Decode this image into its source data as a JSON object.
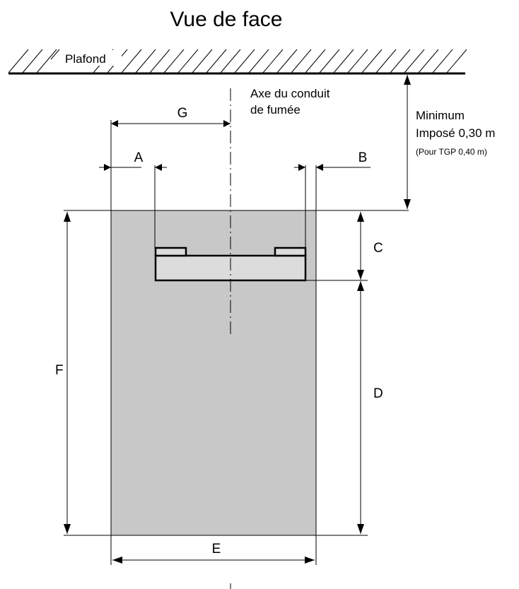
{
  "title": "Vue de face",
  "ceiling_label": "Plafond",
  "flue_axis_label": [
    "Axe du conduit",
    "de fumée"
  ],
  "minimum_note": {
    "line1": "Minimum",
    "line2": "Imposé  0,30 m",
    "line3": "(Pour TGP 0,40 m)"
  },
  "dimension_labels": {
    "A": "A",
    "B": "B",
    "C": "C",
    "D": "D",
    "E": "E",
    "F": "F",
    "G": "G"
  },
  "colors": {
    "panel_fill": "#c8c8c8",
    "appliance_fill": "#dcdcdc",
    "ink": "#000000"
  }
}
